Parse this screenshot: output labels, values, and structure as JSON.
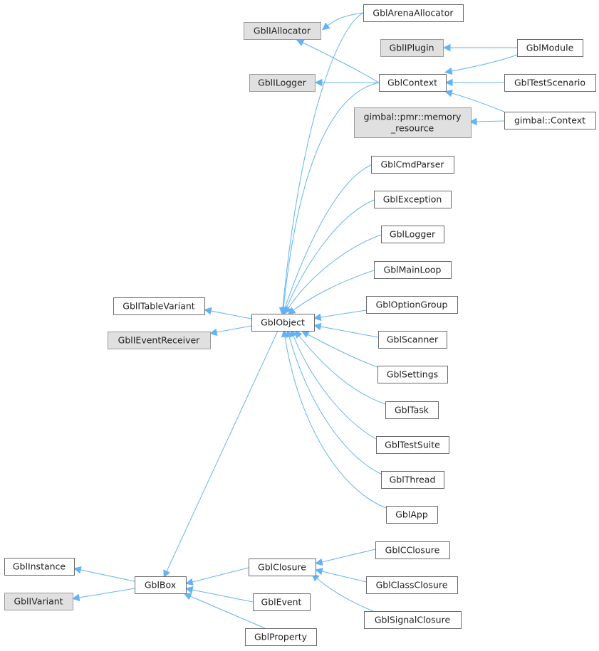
{
  "nodes": [
    {
      "id": "GblArenaAllocator",
      "label": "GblArenaAllocator",
      "kind": "class"
    },
    {
      "id": "GblIAllocator",
      "label": "GblIAllocator",
      "kind": "interface"
    },
    {
      "id": "GblIPlugin",
      "label": "GblIPlugin",
      "kind": "interface"
    },
    {
      "id": "GblModule",
      "label": "GblModule",
      "kind": "class"
    },
    {
      "id": "GblILogger",
      "label": "GblILogger",
      "kind": "interface"
    },
    {
      "id": "GblContext",
      "label": "GblContext",
      "kind": "class"
    },
    {
      "id": "GblTestScenario",
      "label": "GblTestScenario",
      "kind": "class"
    },
    {
      "id": "memory_resource",
      "label": [
        "gimbal::pmr::memory",
        "_resource"
      ],
      "kind": "interface"
    },
    {
      "id": "gimbalContext",
      "label": "gimbal::Context",
      "kind": "class"
    },
    {
      "id": "GblCmdParser",
      "label": "GblCmdParser",
      "kind": "class"
    },
    {
      "id": "GblException",
      "label": "GblException",
      "kind": "class"
    },
    {
      "id": "GblLogger",
      "label": "GblLogger",
      "kind": "class"
    },
    {
      "id": "GblMainLoop",
      "label": "GblMainLoop",
      "kind": "class"
    },
    {
      "id": "GblITableVariant",
      "label": "GblITableVariant",
      "kind": "class"
    },
    {
      "id": "GblOptionGroup",
      "label": "GblOptionGroup",
      "kind": "class"
    },
    {
      "id": "GblObject",
      "label": "GblObject",
      "kind": "class"
    },
    {
      "id": "GblIEventReceiver",
      "label": "GblIEventReceiver",
      "kind": "interface"
    },
    {
      "id": "GblScanner",
      "label": "GblScanner",
      "kind": "class"
    },
    {
      "id": "GblSettings",
      "label": "GblSettings",
      "kind": "class"
    },
    {
      "id": "GblTask",
      "label": "GblTask",
      "kind": "class"
    },
    {
      "id": "GblTestSuite",
      "label": "GblTestSuite",
      "kind": "class"
    },
    {
      "id": "GblThread",
      "label": "GblThread",
      "kind": "class"
    },
    {
      "id": "GblApp",
      "label": "GblApp",
      "kind": "class"
    },
    {
      "id": "GblCClosure",
      "label": "GblCClosure",
      "kind": "class"
    },
    {
      "id": "GblInstance",
      "label": "GblInstance",
      "kind": "class"
    },
    {
      "id": "GblClosure",
      "label": "GblClosure",
      "kind": "class"
    },
    {
      "id": "GblBox",
      "label": "GblBox",
      "kind": "class"
    },
    {
      "id": "GblClassClosure",
      "label": "GblClassClosure",
      "kind": "class"
    },
    {
      "id": "GblIVariant",
      "label": "GblIVariant",
      "kind": "interface"
    },
    {
      "id": "GblEvent",
      "label": "GblEvent",
      "kind": "class"
    },
    {
      "id": "GblSignalClosure",
      "label": "GblSignalClosure",
      "kind": "class"
    },
    {
      "id": "GblProperty",
      "label": "GblProperty",
      "kind": "class"
    }
  ],
  "edges": [
    {
      "from": "GblArenaAllocator",
      "to": "GblIAllocator"
    },
    {
      "from": "GblArenaAllocator",
      "to": "GblObject"
    },
    {
      "from": "GblContext",
      "to": "GblIAllocator"
    },
    {
      "from": "GblContext",
      "to": "GblILogger"
    },
    {
      "from": "GblContext",
      "to": "GblObject"
    },
    {
      "from": "GblModule",
      "to": "GblIPlugin"
    },
    {
      "from": "GblModule",
      "to": "GblContext"
    },
    {
      "from": "GblTestScenario",
      "to": "GblContext"
    },
    {
      "from": "gimbalContext",
      "to": "GblContext"
    },
    {
      "from": "gimbalContext",
      "to": "memory_resource"
    },
    {
      "from": "GblCmdParser",
      "to": "GblObject"
    },
    {
      "from": "GblException",
      "to": "GblObject"
    },
    {
      "from": "GblLogger",
      "to": "GblObject"
    },
    {
      "from": "GblMainLoop",
      "to": "GblObject"
    },
    {
      "from": "GblOptionGroup",
      "to": "GblObject"
    },
    {
      "from": "GblScanner",
      "to": "GblObject"
    },
    {
      "from": "GblSettings",
      "to": "GblObject"
    },
    {
      "from": "GblTask",
      "to": "GblObject"
    },
    {
      "from": "GblTestSuite",
      "to": "GblObject"
    },
    {
      "from": "GblThread",
      "to": "GblObject"
    },
    {
      "from": "GblApp",
      "to": "GblObject"
    },
    {
      "from": "GblObject",
      "to": "GblITableVariant"
    },
    {
      "from": "GblObject",
      "to": "GblIEventReceiver"
    },
    {
      "from": "GblObject",
      "to": "GblBox"
    },
    {
      "from": "GblBox",
      "to": "GblInstance"
    },
    {
      "from": "GblBox",
      "to": "GblIVariant"
    },
    {
      "from": "GblClosure",
      "to": "GblBox"
    },
    {
      "from": "GblEvent",
      "to": "GblBox"
    },
    {
      "from": "GblProperty",
      "to": "GblBox"
    },
    {
      "from": "GblCClosure",
      "to": "GblClosure"
    },
    {
      "from": "GblClassClosure",
      "to": "GblClosure"
    },
    {
      "from": "GblSignalClosure",
      "to": "GblClosure"
    }
  ],
  "colors": {
    "edge": "#63b3f5",
    "class_fill": "#ffffff",
    "interface_fill": "#e0e0e0",
    "border": "#6a6a6a"
  }
}
